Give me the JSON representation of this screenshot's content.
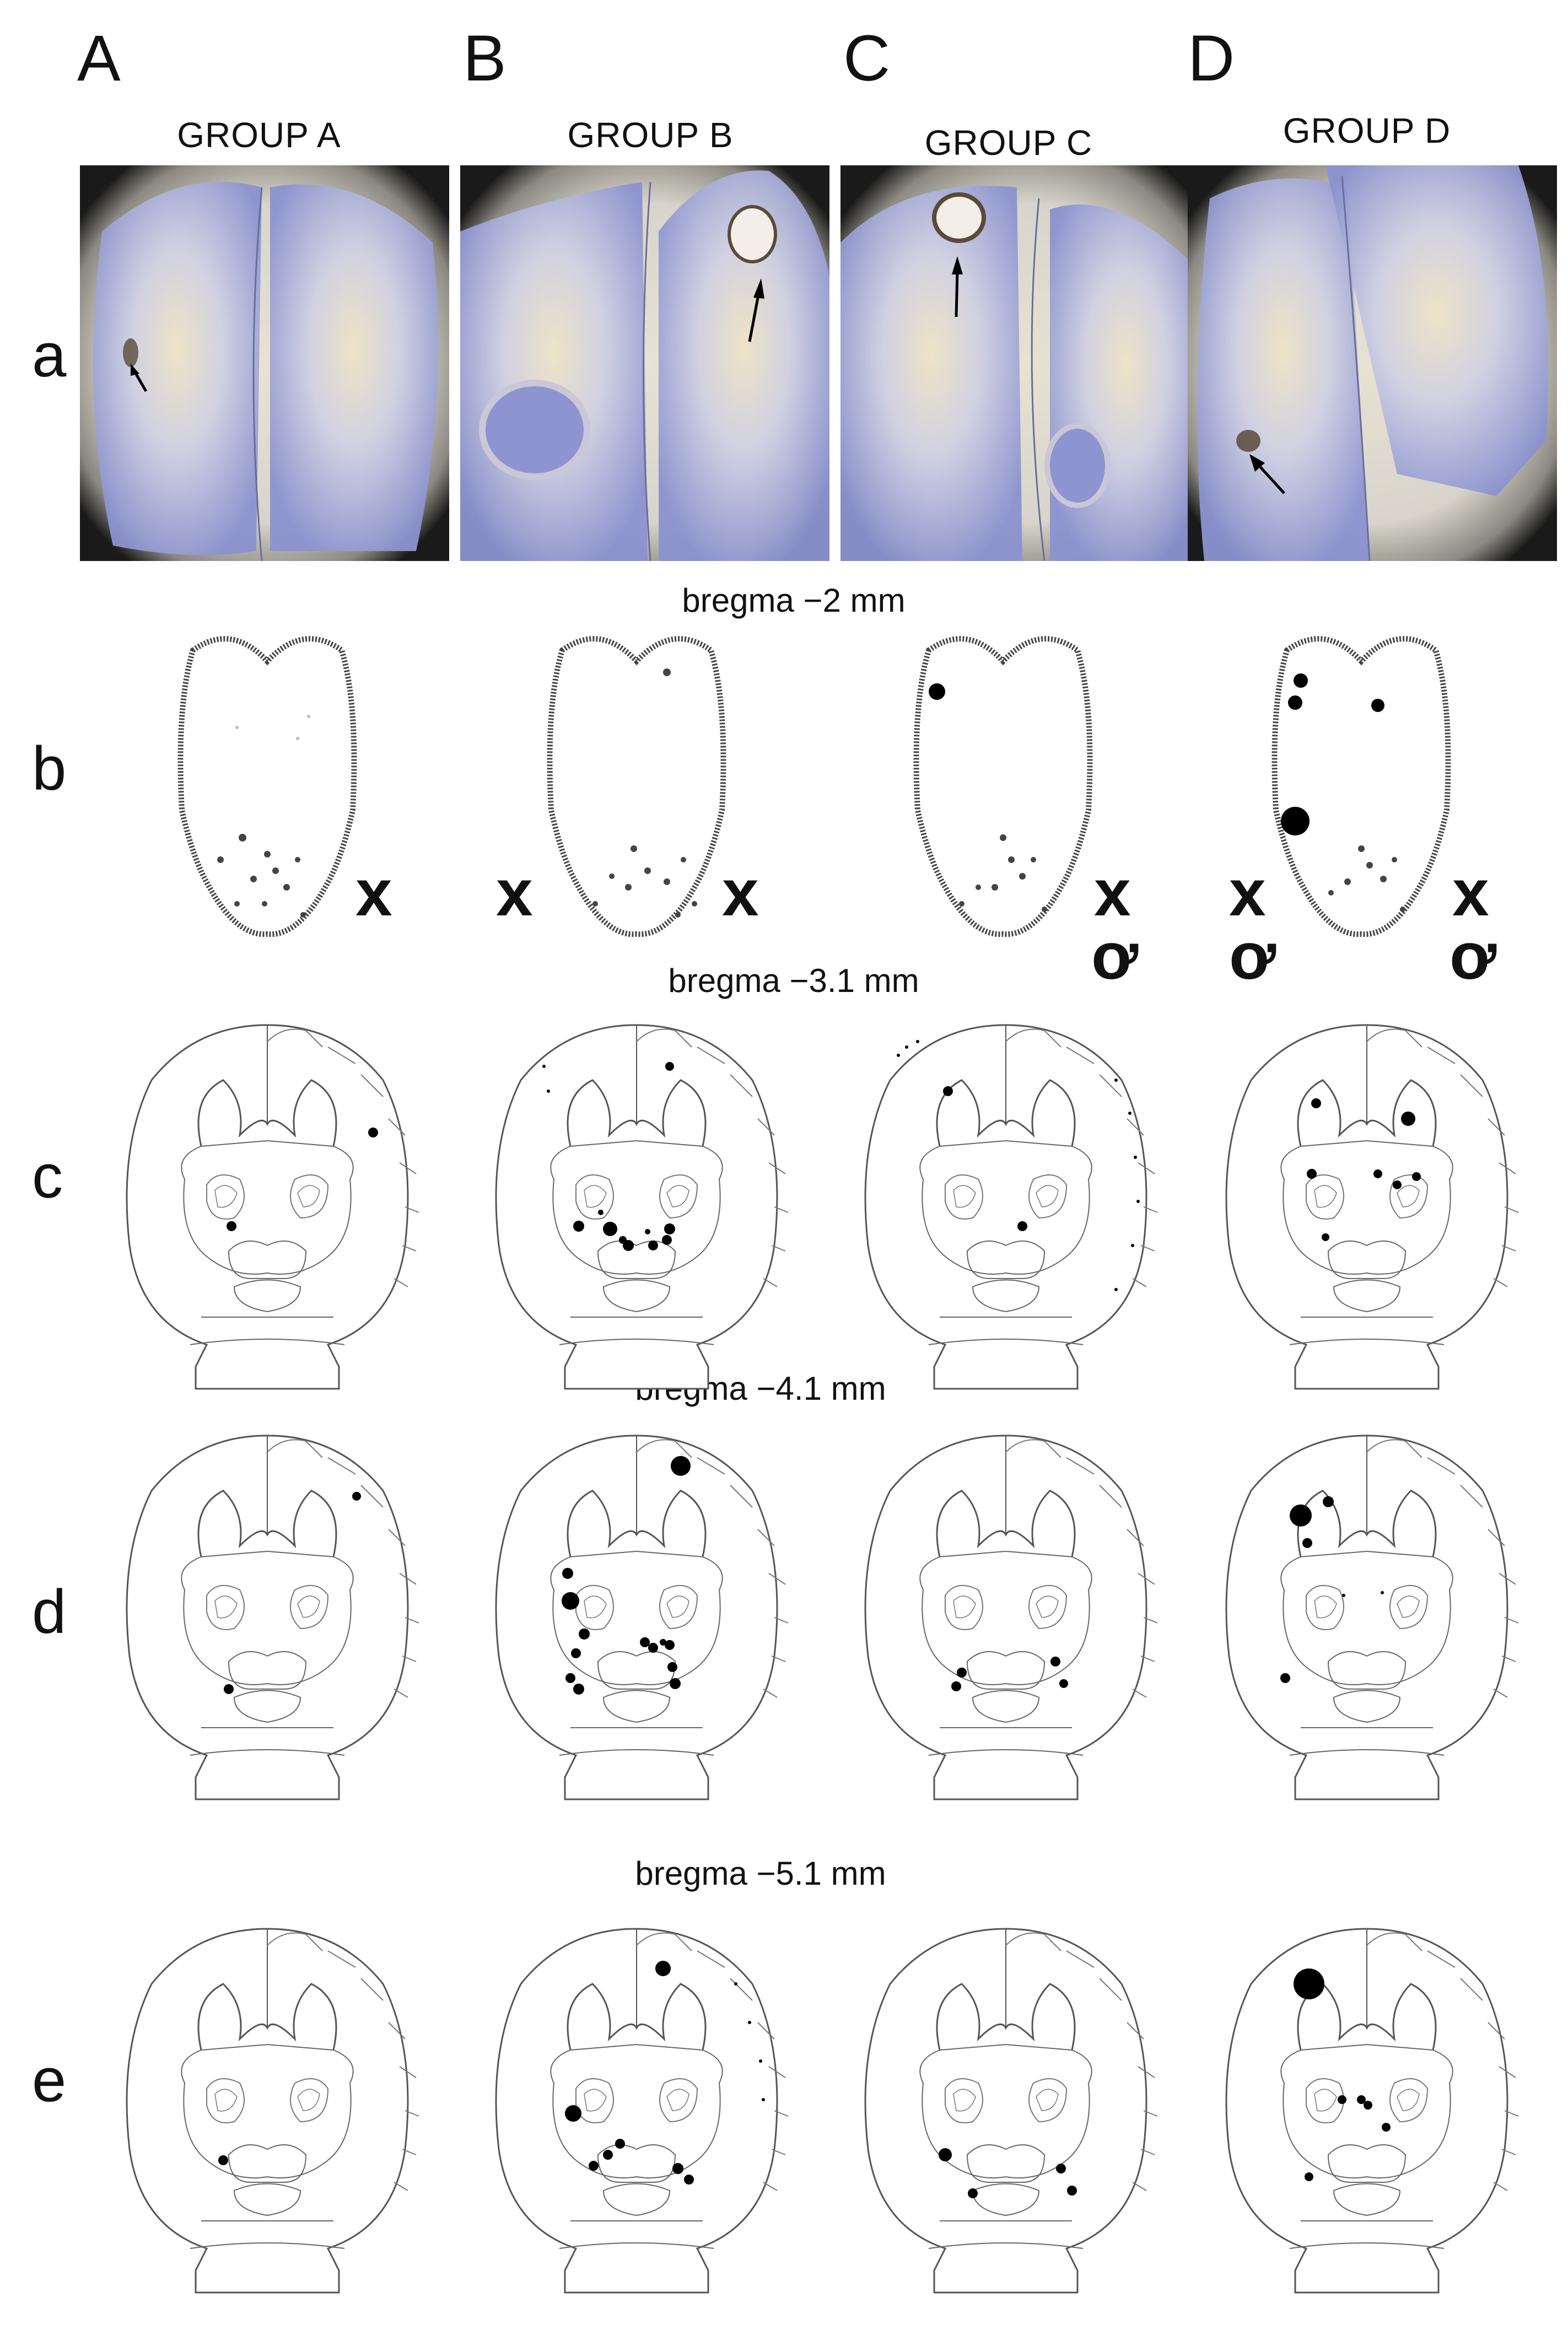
{
  "columns": [
    {
      "letter": "A",
      "group": "GROUP A"
    },
    {
      "letter": "B",
      "group": "GROUP B"
    },
    {
      "letter": "C",
      "group": "GROUP C"
    },
    {
      "letter": "D",
      "group": "GROUP D"
    }
  ],
  "rows": [
    "a",
    "b",
    "c",
    "d",
    "e"
  ],
  "bregma_labels": {
    "b": "bregma −2 mm",
    "c": "bregma −3.1 mm",
    "d": "bregma −4.1 mm",
    "e": "bregma −5.1 mm"
  },
  "symbols": {
    "x": "x",
    "venus": "ơ"
  },
  "colors": {
    "stain": "#8f97d0",
    "stain_light": "#c9c2b8",
    "lesion_dot": "#000000",
    "line": "#333333"
  },
  "icons": [
    "arrow-icon",
    "lesion-dot",
    "brain-outline"
  ]
}
